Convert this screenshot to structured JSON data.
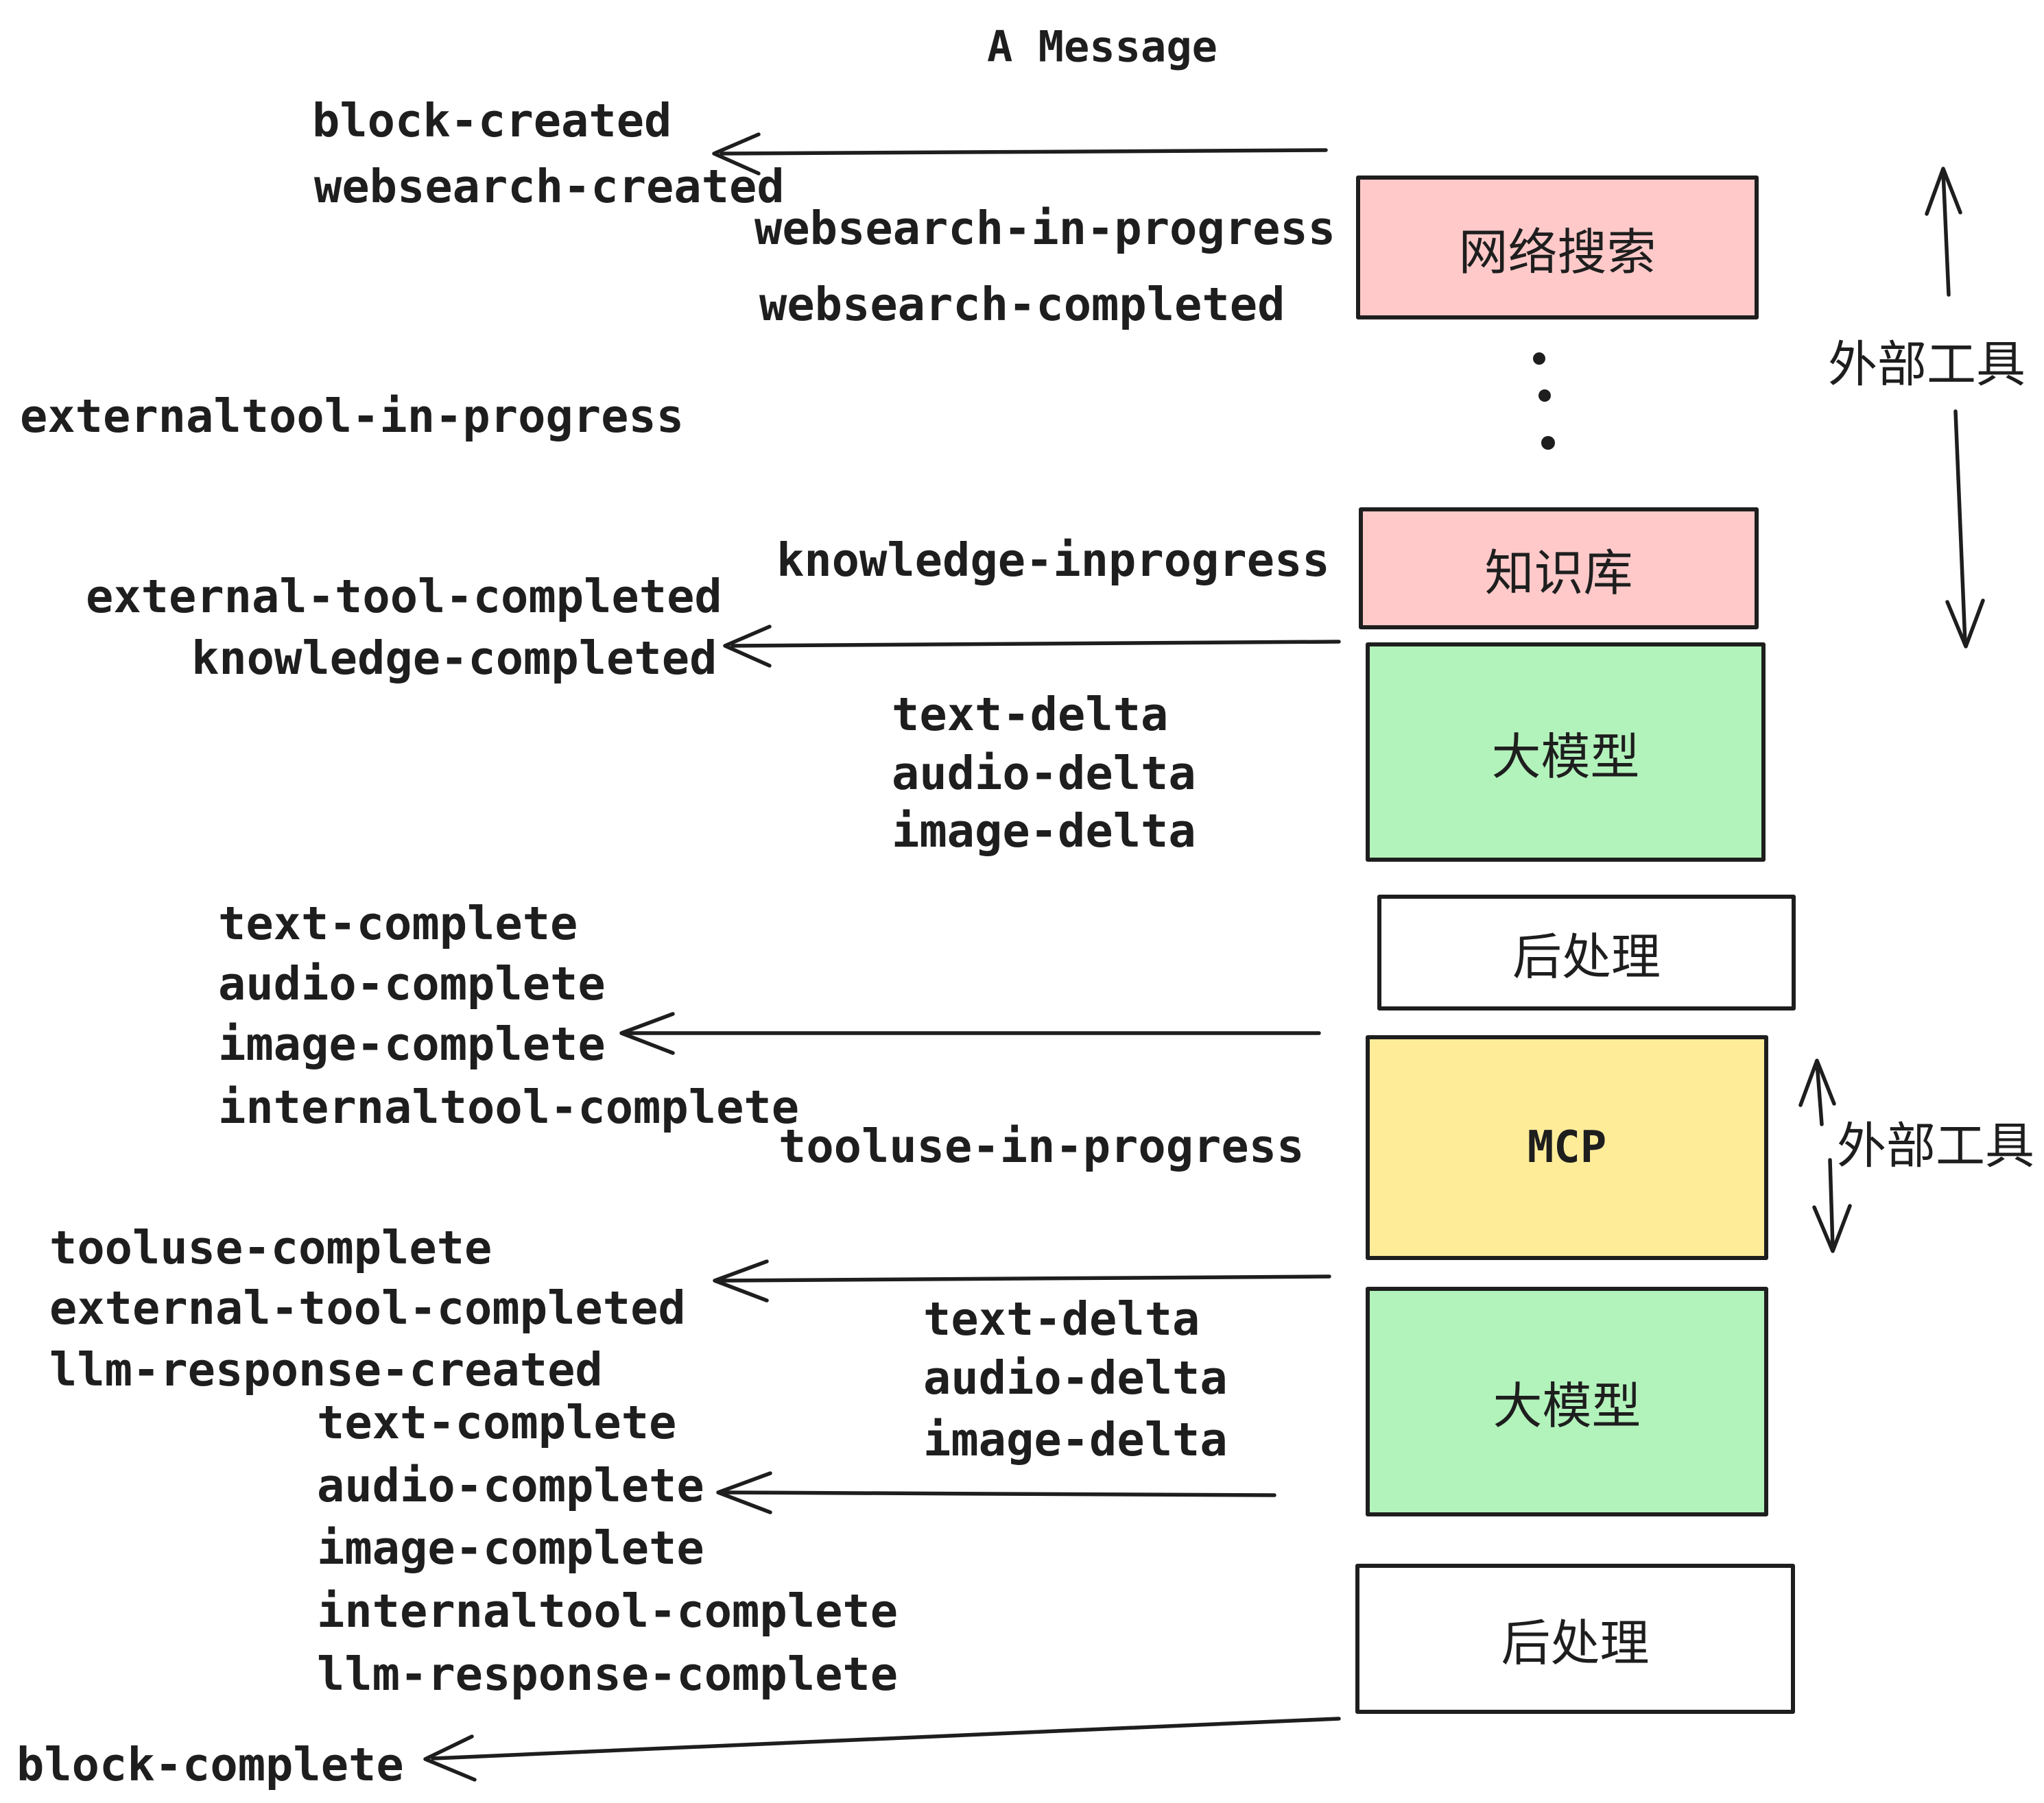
{
  "title": "A Message",
  "boxes": [
    {
      "label": "网络搜索"
    },
    {
      "label": "知识库"
    },
    {
      "label": "大模型"
    },
    {
      "label": "后处理"
    },
    {
      "label": "MCP"
    },
    {
      "label": "大模型"
    },
    {
      "label": "后处理"
    }
  ],
  "side_labels": [
    {
      "label": "外部工具"
    },
    {
      "label": "外部工具"
    }
  ],
  "events": [
    "block-created",
    "websearch-created",
    "websearch-in-progress",
    "websearch-completed",
    "externaltool-in-progress",
    "knowledge-inprogress",
    "external-tool-completed",
    "knowledge-completed",
    "text-delta",
    "audio-delta",
    "image-delta",
    "text-complete",
    "audio-complete",
    "image-complete",
    "internaltool-complete",
    "tooluse-in-progress",
    "tooluse-complete",
    "external-tool-completed",
    "llm-response-created",
    "text-complete",
    "audio-complete",
    "image-complete",
    "internaltool-complete",
    "llm-response-complete",
    "text-delta",
    "audio-delta",
    "image-delta",
    "block-complete"
  ],
  "colors": {
    "pink": "#ffc9c9",
    "green": "#b2f2bb",
    "yellow": "#ffec99",
    "white": "#ffffff",
    "stroke": "#1e1e1e"
  }
}
